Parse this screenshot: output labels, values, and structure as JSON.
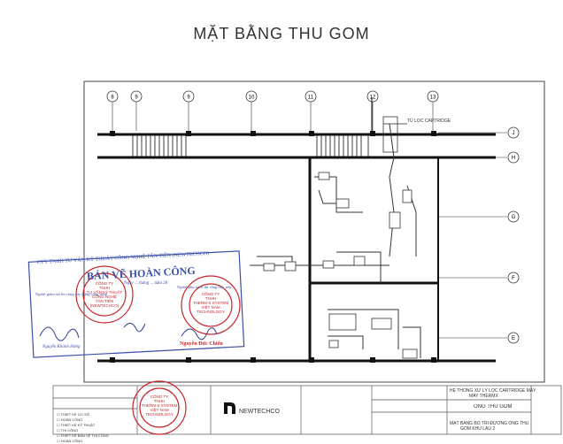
{
  "title": "MẶT BẰNG THU GOM",
  "grid_top": [
    "8",
    "9",
    "9",
    "10",
    "11",
    "12",
    "13"
  ],
  "grid_right": [
    "J",
    "H",
    "G",
    "F",
    "E"
  ],
  "cartridge_label": "TỦ LỌC CARTRIDGE",
  "stamp_as_built": {
    "company_line": "CTY TNHH TƯ VẤN KỸ THUẬT CÔNG NGHỆ TÂN TIẾN (NEWTECHCO)",
    "heading": "BẢN VẼ HOÀN CÔNG",
    "date_line": "Ngày ... tháng ... năm 20",
    "left_caption": "Người giám sát thi công xây dựng công trình",
    "right_caption": "Người phụ trách thi công trực tiếp",
    "signer_left": "Nguyễn Khánh Hưng",
    "signer_right": "Nguyễn Đức Chiến"
  },
  "seal_left": [
    "CÔNG TY",
    "TNHH",
    "TƯ VẤN KỸ THUẬT",
    "CÔNG NGHỆ",
    "TÂN TIẾN",
    "(NEWTECHCO)"
  ],
  "seal_right": [
    "CÔNG TY",
    "TNHH",
    "THERM-S SYSTEM",
    "VIỆT NAM",
    "TECHNOLOGY"
  ],
  "seal_bottom": [
    "CÔNG TY",
    "TNHH",
    "THERM-S SYSTEM",
    "VIỆT NAM",
    "TECHNOLOGY"
  ],
  "title_block": {
    "project_line1": "HỆ THỐNG XỬ LÝ LỌC CARTRIDGE MÁY",
    "project_line2": "MAY THERMX",
    "drawing_name": "ỐNG THU GOM",
    "sheet_line1": "MẶT BẰNG BỐ TRÍ ĐƯỜNG ỐNG THU",
    "sheet_line2": "GOM KHU LẦU 2",
    "company": "NEWTECHCO",
    "legend": [
      "THIẾT KẾ CƠ SỞ",
      "HOÀN CÔNG",
      "THIẾT KẾ KỸ THUẬT",
      "THI CÔNG",
      "THIẾT KẾ BẢN VẼ THI CÔNG",
      "HOÀN CÔNG"
    ]
  }
}
